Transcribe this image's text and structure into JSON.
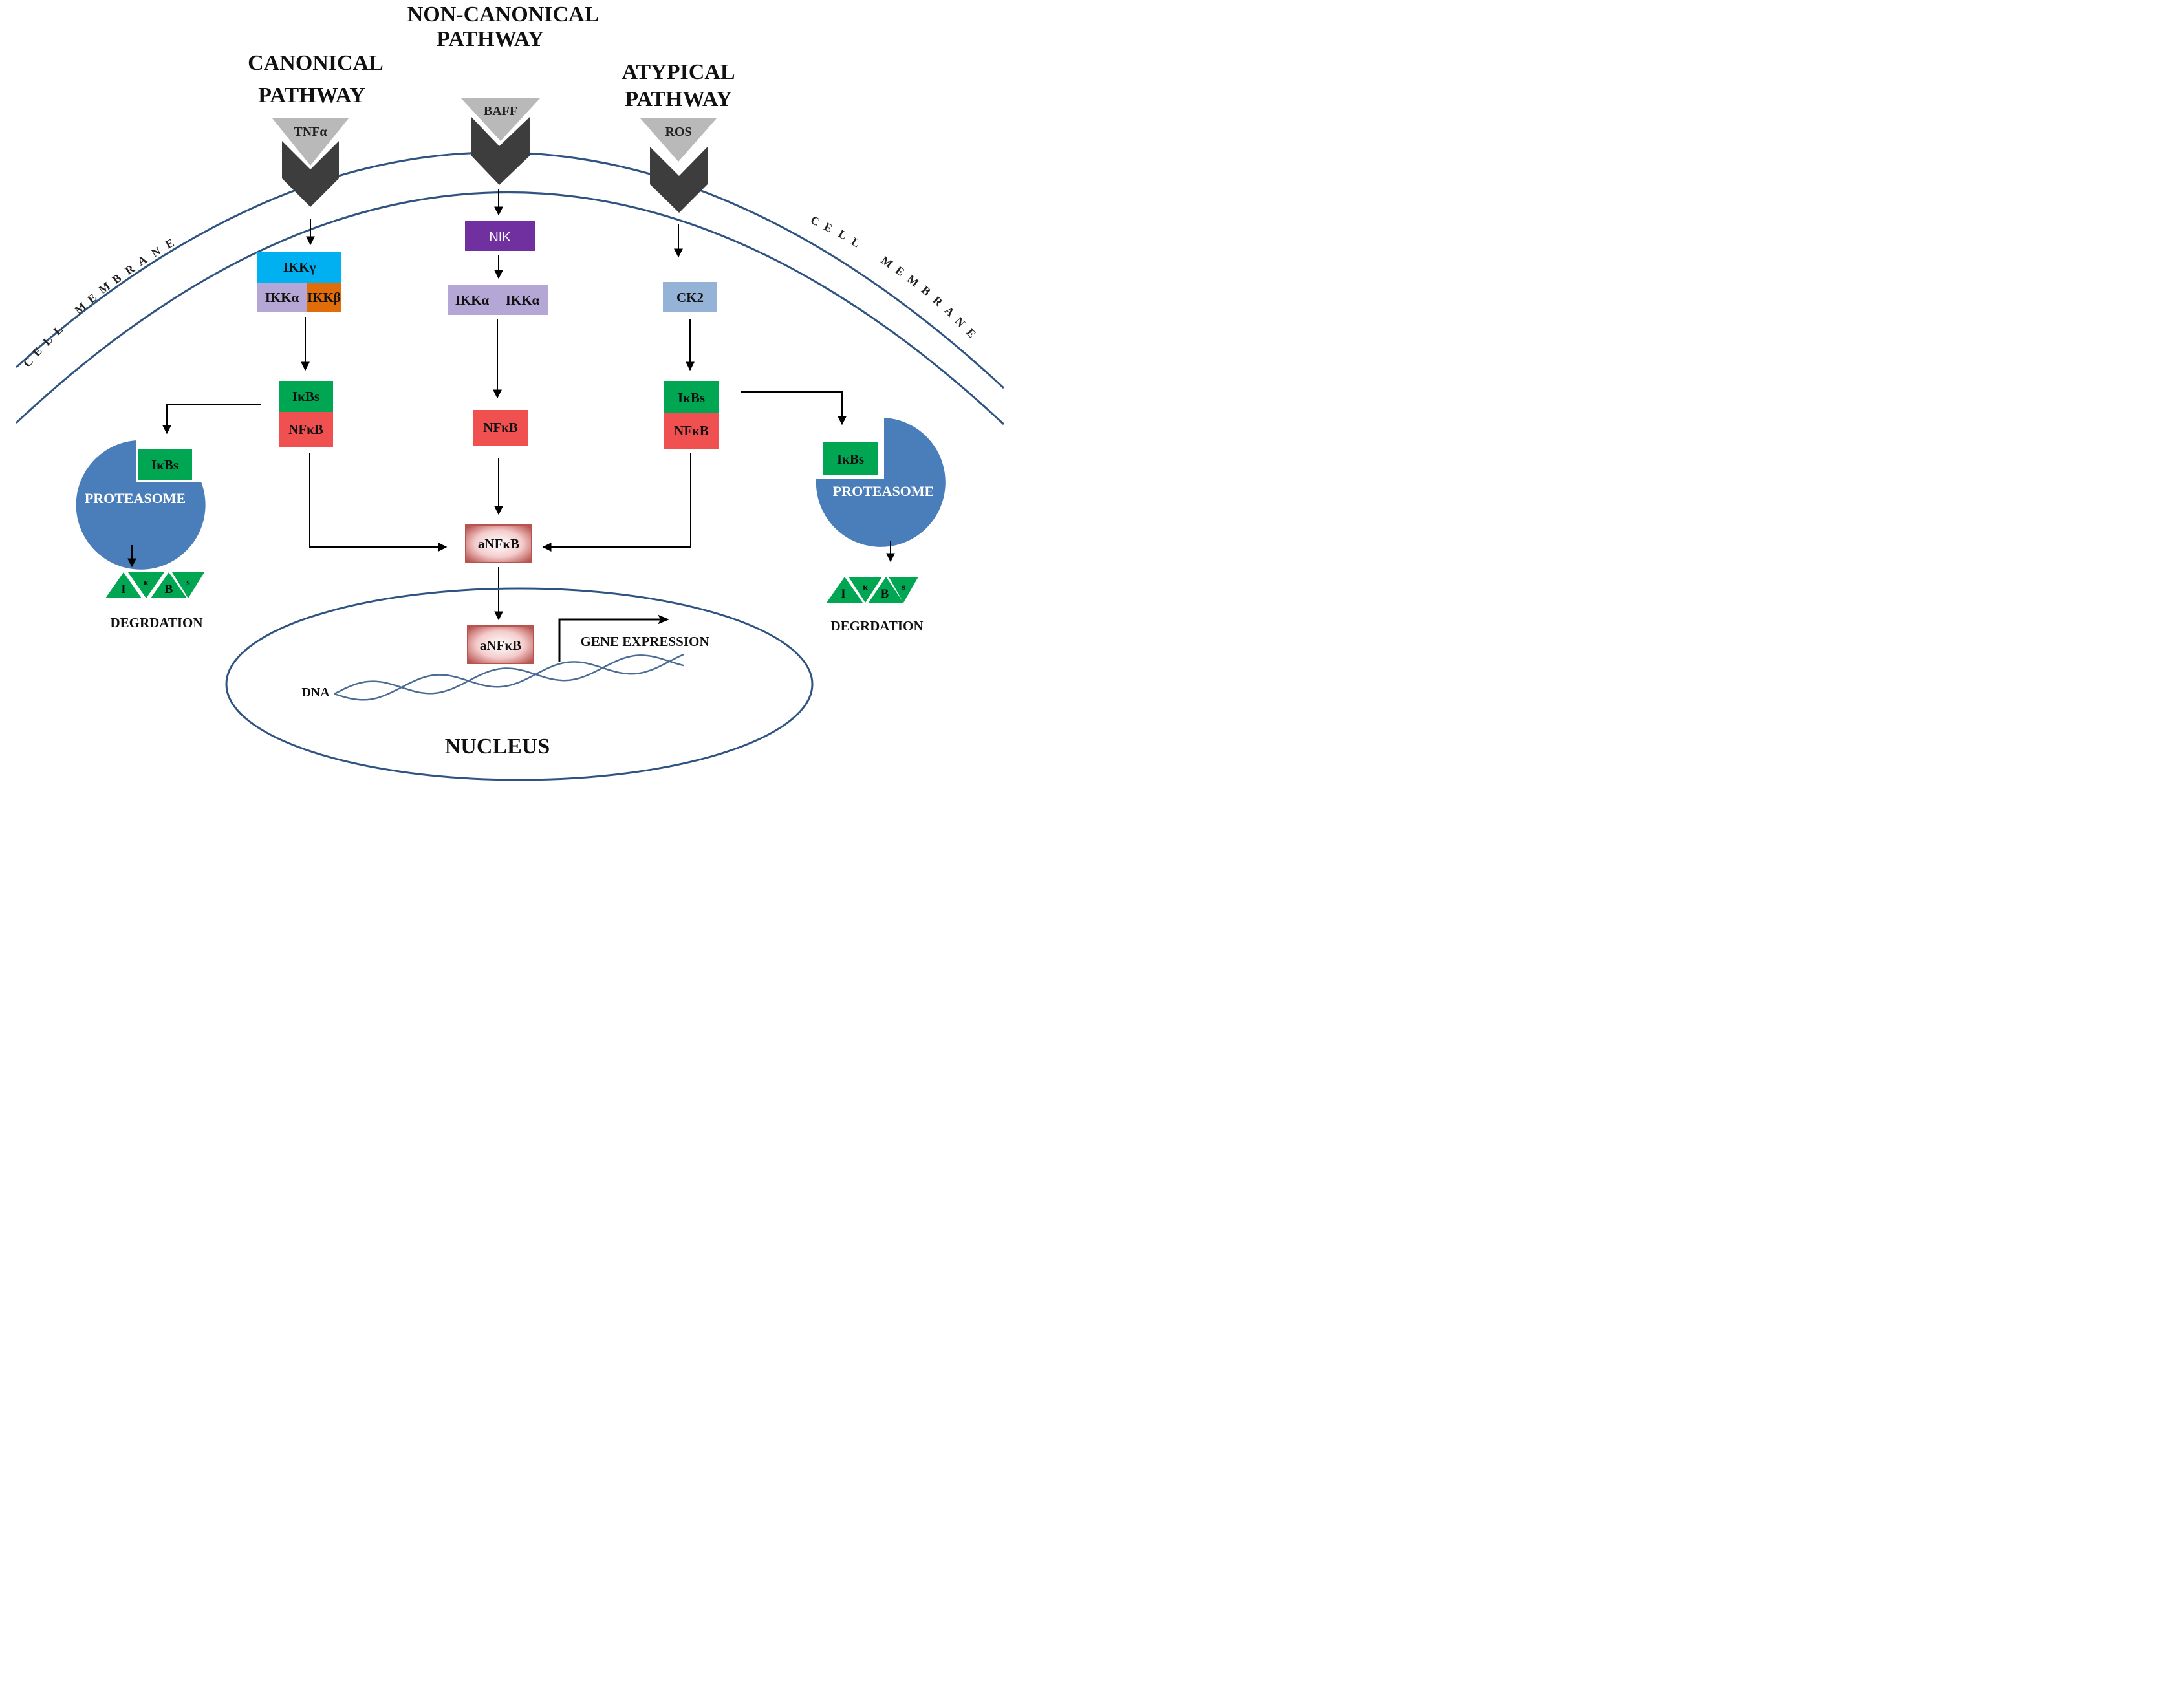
{
  "pathways": {
    "canonical": [
      "CANONICAL",
      "PATHWAY"
    ],
    "non_canonical": [
      "NON-CANONICAL",
      "PATHWAY"
    ],
    "atypical": [
      "ATYPICAL",
      "PATHWAY"
    ]
  },
  "ligands": {
    "tnf": "TNFα",
    "baff": "BAFF",
    "ros": "ROS"
  },
  "membrane": {
    "left": [
      "C",
      "E",
      "L",
      "L",
      "M",
      "E",
      "M",
      "B",
      "R",
      "A",
      "N",
      "E"
    ],
    "right": [
      "C",
      "E",
      "L",
      "L",
      "M",
      "E",
      "M",
      "B",
      "R",
      "A",
      "N",
      "E"
    ]
  },
  "canonical": {
    "ikk_gamma": "IKKγ",
    "ikk_alpha": "IKKα",
    "ikk_beta": "IKKβ",
    "ikbs": "IκBs",
    "nfkb": "NFκB"
  },
  "non_canonical": {
    "nik": "NIK",
    "ikk_alpha_1": "IKKα",
    "ikk_alpha_2": "IKKα",
    "nfkb": "NFκB"
  },
  "atypical": {
    "ck2": "CK2",
    "ikbs": "IκBs",
    "nfkb": "NFκB"
  },
  "active": {
    "cytoplasm": "aNFκB",
    "nucleus": "aNFκB"
  },
  "proteasome_left": {
    "label": "PROTEASOME",
    "ikbs": "IκBs"
  },
  "proteasome_right": {
    "label": "PROTEASOME",
    "ikbs": "IκBs"
  },
  "degradation_left": {
    "fragments": [
      "I",
      "κ",
      "B",
      "s"
    ],
    "label": "DEGRDATION"
  },
  "degradation_right": {
    "fragments": [
      "I",
      "κ",
      "B",
      "s"
    ],
    "label": "DEGRDATION"
  },
  "nucleus": {
    "label": "NUCLEUS",
    "dna": "DNA",
    "gene_expression": "GENE EXPRESSION"
  },
  "colors": {
    "membrane": "#2f5482",
    "receptor": "#3d3d3d",
    "ligand": "#b9b9b9",
    "ikk_gamma": "#00b0f0",
    "ikk_alpha": "#b4a7d6",
    "ikk_beta": "#e06c0a",
    "nik": "#7030a0",
    "ck2": "#95b3d7",
    "ikbs": "#00a651",
    "nfkb": "#f05050",
    "proteasome": "#4a7ebb",
    "dna": "#4a6b94"
  }
}
